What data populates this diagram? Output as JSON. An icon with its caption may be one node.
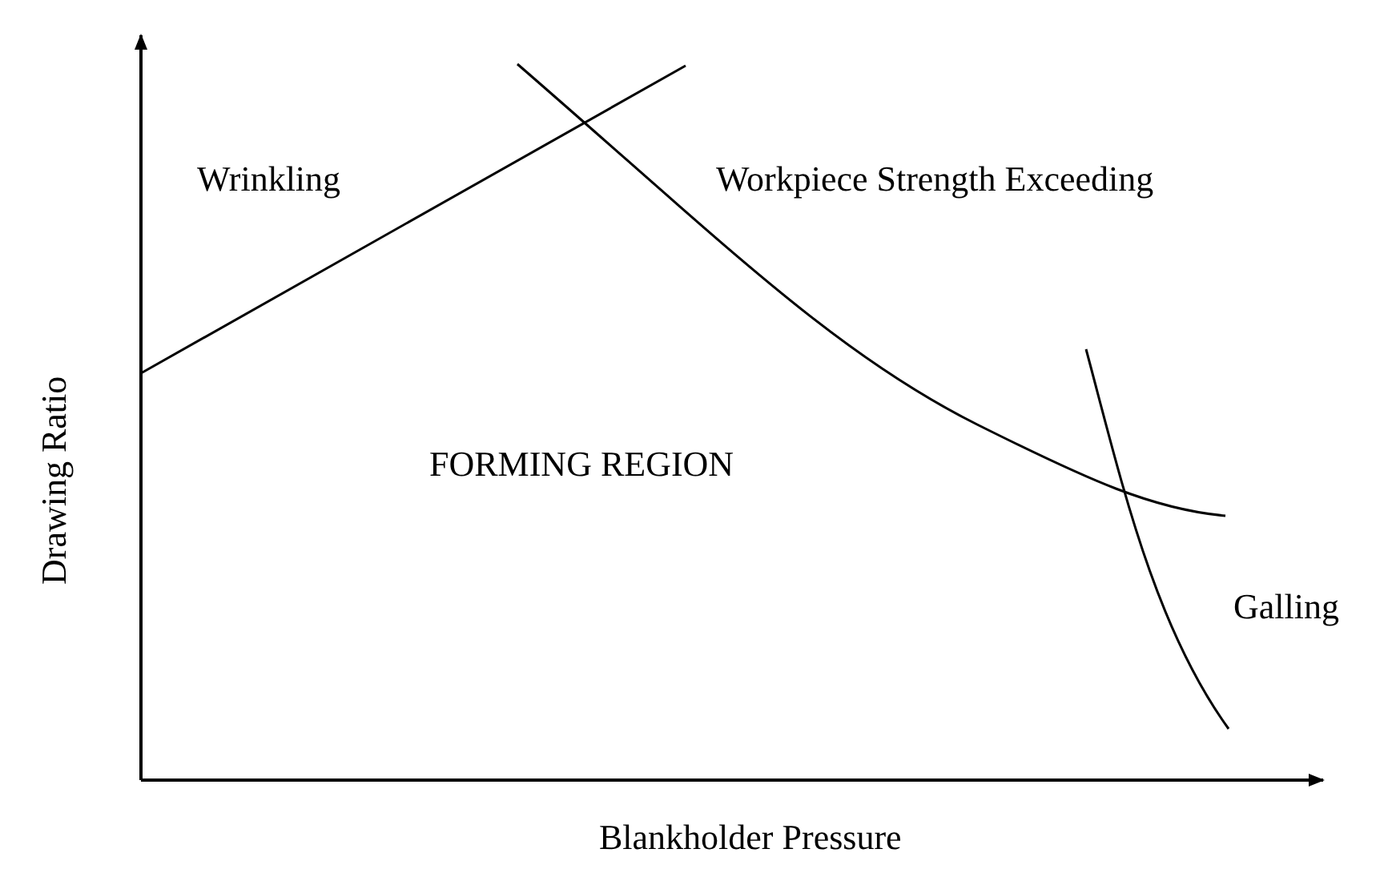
{
  "diagram": {
    "labels": [
      "Wrinkling",
      "Workpiece Strength Exceeding",
      "FORMING REGION",
      "Galling",
      "Drawing Ratio",
      "Blankholder Pressure"
    ]
  }
}
